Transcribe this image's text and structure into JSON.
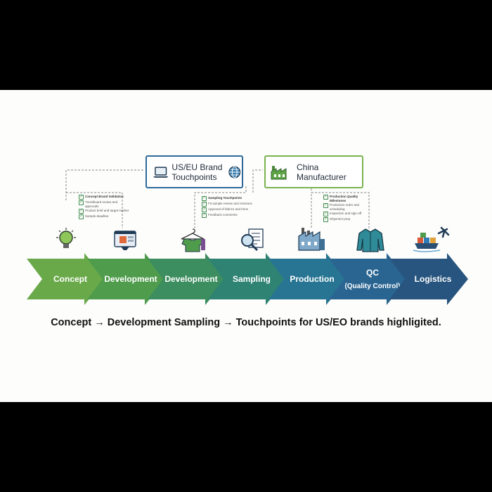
{
  "title": {
    "brand": "US/EU Brand Touchpoints",
    "manufacturer": "China Manufacturer"
  },
  "stages": [
    {
      "label": "Concept",
      "color": "#6aa94a",
      "icon": "lightbulb-icon"
    },
    {
      "label": "Development",
      "color": "#4f9c4d",
      "icon": "design-screen-icon"
    },
    {
      "label": "Development",
      "color": "#3c8d5f",
      "icon": "garment-hanger-icon"
    },
    {
      "label": "Sampling",
      "color": "#2f8373",
      "icon": "magnifier-document-icon"
    },
    {
      "label": "Production",
      "color": "#277592",
      "icon": "factory-icon"
    },
    {
      "label": "QC",
      "sublabel": "(Quality Control)",
      "color": "#2a6592",
      "icon": "jacket-icon"
    },
    {
      "label": "Logistics",
      "color": "#28557f",
      "icon": "ship-plane-icon"
    }
  ],
  "notes": [
    {
      "title": "Concept Brand Validation",
      "lines": [
        "Trendboard review and approvals",
        "Product brief and target market",
        "Sample deadline"
      ]
    },
    {
      "title": "Sampling Touchpoints",
      "lines": [
        "Fit sample review and revisions",
        "Approval of fabrics and trims",
        "Feedback comments"
      ]
    },
    {
      "title": "Production Quality Milestones",
      "lines": [
        "Production order and scheduling",
        "Inspection and sign-off",
        "Shipment prep"
      ]
    }
  ],
  "caption": "Concept → Development Sampling → Touchpoints for US/EO brands highligited.",
  "colors": {
    "brand_border": "#2c6a9a",
    "mfr_border": "#79b34f"
  }
}
